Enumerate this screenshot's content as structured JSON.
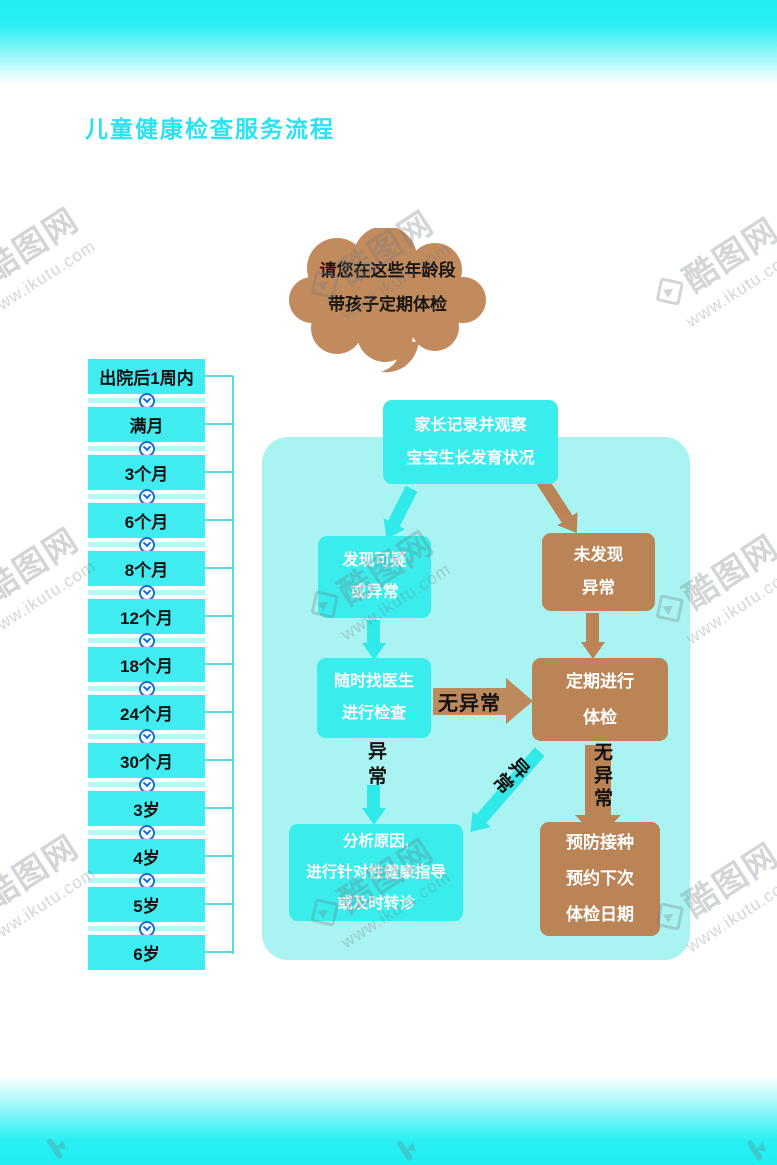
{
  "page": {
    "title": "儿童健康检查服务流程"
  },
  "bubble": {
    "line1": "请您在这些年龄段",
    "line2": "带孩子定期体检"
  },
  "timeline": {
    "items": [
      "出院后1周内",
      "满月",
      "3个月",
      "6个月",
      "8个月",
      "12个月",
      "18个月",
      "24个月",
      "30个月",
      "3岁",
      "4岁",
      "5岁",
      "6岁"
    ]
  },
  "flowchart": {
    "observe_line1": "家长记录并观察",
    "observe_line2": "宝宝生长发育状况",
    "suspect_line1": "发现可疑",
    "suspect_line2": "或异常",
    "not_found_line1": "未发现",
    "not_found_line2": "异常",
    "doctor_line1": "随时找医生",
    "doctor_line2": "进行检查",
    "regular_line1": "定期进行",
    "regular_line2": "体检",
    "analyze_line1": "分析原因,",
    "analyze_line2": "进行针对性健康指导",
    "analyze_line3": "或及时转诊",
    "vaccine_line1": "预防接种",
    "vaccine_line2": "预约下次",
    "vaccine_line3": "体检日期",
    "label_no_abnormal": "无异常",
    "label_abnormal": "异常"
  },
  "watermark": {
    "brand": "酷图网",
    "url": "www.ikutu.com"
  },
  "colors": {
    "box_cyan": "#3aeded",
    "panel_cyan": "#a9f3f3",
    "brown": "#bb8456",
    "title_cyan": "#2ae3f1",
    "chevron_blue": "#1c6bd8"
  }
}
